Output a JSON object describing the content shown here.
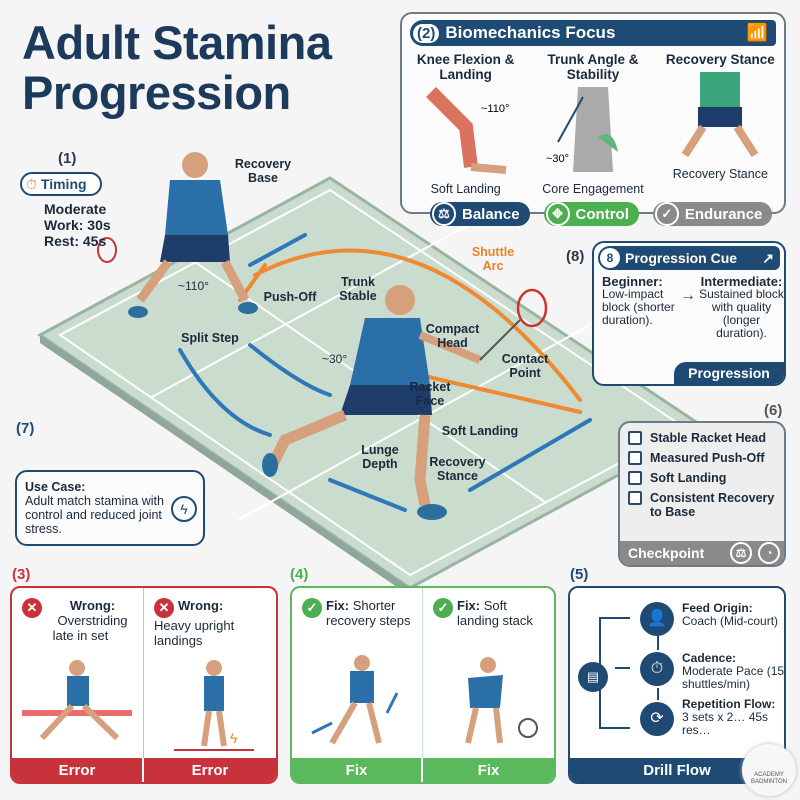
{
  "title": "Adult Stamina Progression",
  "timing": {
    "num": "(1)",
    "badge": "Timing",
    "work": "Moderate Work: 30s",
    "rest": "Rest: 45s"
  },
  "court_labels": {
    "recovery_base": "Recovery Base",
    "push_off": "Push-Off",
    "split_step": "Split Step",
    "trunk_stable": "Trunk Stable",
    "shuttle_arc": "Shuttle Arc",
    "compact_head": "Compact Head",
    "contact_point": "Contact Point",
    "racket_face": "Racket Face",
    "soft_landing": "Soft Landing",
    "lunge_depth": "Lunge Depth",
    "recovery_stance": "Recovery Stance",
    "angle_knee": "~110°",
    "angle_trunk": "~30°"
  },
  "biomech": {
    "num": "(2)",
    "title": "Biomechanics Focus",
    "cols": [
      {
        "heading": "Knee Flexion & Landing",
        "angle": "~110°",
        "caption": "Soft Landing"
      },
      {
        "heading": "Trunk Angle & Stability",
        "angle": "~30°",
        "caption": "Core Engagement"
      },
      {
        "heading": "Recovery Stance",
        "caption": "Recovery Stance"
      }
    ],
    "pills": [
      {
        "label": "Balance",
        "icon": "scale-icon",
        "color": "#1e4a74"
      },
      {
        "label": "Control",
        "icon": "move-icon",
        "color": "#4caf50"
      },
      {
        "label": "Endurance",
        "icon": "check-circle-icon",
        "color": "#8a8a8a"
      }
    ]
  },
  "progression": {
    "num": "(8)",
    "badge": "8",
    "title": "Progression Cue",
    "beginner_label": "Beginner:",
    "beginner_text": "Low-impact block (shorter duration).",
    "intermediate_label": "Intermediate:",
    "intermediate_text": "Sustained block with quality (longer duration).",
    "footer": "Progression"
  },
  "checkpoint": {
    "num": "(6)",
    "items": [
      "Stable Racket Head",
      "Measured Push-Off",
      "Soft Landing",
      "Consistent Recovery to Base"
    ],
    "footer": "Checkpoint"
  },
  "use_case": {
    "num": "(7)",
    "label": "Use Case:",
    "text": "Adult match stamina with control and reduced joint stress."
  },
  "errors": {
    "num": "(3)",
    "color": "#c8323a",
    "items": [
      {
        "label": "Wrong:",
        "text": "Overstriding late in set",
        "footer": "Error"
      },
      {
        "label": "Wrong:",
        "text": "Heavy upright landings",
        "footer": "Error"
      }
    ]
  },
  "fixes": {
    "num": "(4)",
    "color": "#4caf50",
    "items": [
      {
        "label": "Fix:",
        "text": "Shorter recovery steps",
        "footer": "Fix"
      },
      {
        "label": "Fix:",
        "text": "Soft landing stack",
        "footer": "Fix"
      }
    ]
  },
  "drill": {
    "num": "(5)",
    "steps": [
      {
        "label": "Feed Origin:",
        "text": "Coach (Mid-court)",
        "icon": "coach-icon"
      },
      {
        "label": "Cadence:",
        "text": "Moderate Pace (15 shuttles/min)",
        "icon": "stopwatch-icon"
      },
      {
        "label": "Repetition Flow:",
        "text": "3 sets x 2… 45s res…",
        "icon": "repeat-icon"
      }
    ],
    "footer": "Drill Flow",
    "logo_text": "ACADEMY BADMINTON"
  }
}
